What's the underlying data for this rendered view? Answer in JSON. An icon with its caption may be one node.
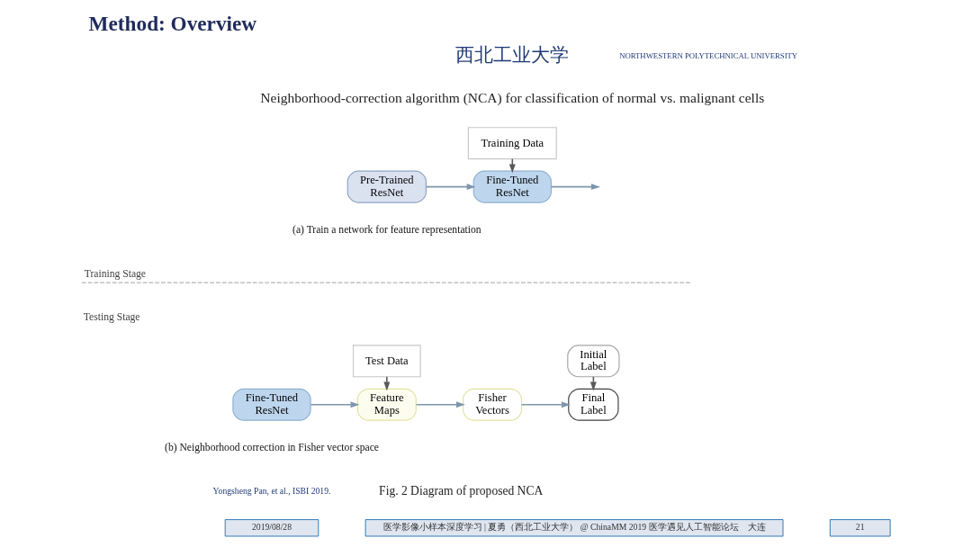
{
  "diagram": {
    "title": "Method: Overview",
    "caption": "Fig. 2 Diagram of proposed NCA",
    "nodes": [
      {
        "text": [
          "Training Data"
        ]
      },
      {
        "text": [
          "Pre-Trained ResNet"
        ]
      },
      {
        "text": [
          "Fine-Tuned ResNet"
        ]
      },
      {
        "text": [
          "Test Data"
        ]
      },
      {
        "text": [
          "Fine-Tuned ResNet"
        ]
      },
      {
        "text": [
          "Initial Label"
        ]
      },
      {
        "text": [
          "Feature Maps"
        ]
      },
      {
        "text": [
          "Fisher Vectors"
        ]
      },
      {
        "text": [
          "Final Label"
        ]
      }
    ],
    "edges": [
      {
        "from": 1,
        "to": 2,
        "arrow": "to"
      },
      {
        "from": 0,
        "to": 2,
        "arrow": "to",
        "color": "#595959"
      },
      {
        "from": 2,
        "to": null,
        "arrow": "to"
      },
      {
        "from": 4,
        "to": 6,
        "arrow": "to"
      },
      {
        "from": 3,
        "to": 6,
        "arrow": "to",
        "color": "#595959"
      },
      {
        "from": 6,
        "to": 7,
        "arrow": "to"
      },
      {
        "from": 7,
        "to": 8,
        "arrow": "to"
      },
      {
        "from": 5,
        "to": 8,
        "arrow": "to",
        "color": "#595959"
      }
    ],
    "labels": [
      "西北工业大学",
      "NORTHWESTERN POLYTECHNICAL UNIVERSITY",
      "Neighborhood-correction algorithm (NCA) for classification of normal vs. malignant cells",
      "(a) Train a network for feature representation",
      "Training Stage",
      "Testing Stage",
      "(b) Neighborhood correction in Fisher vector space",
      "Yongsheng Pan, et al., ISBI 2019.",
      "2019/08/28",
      "医学影像小样本深度学习 | 夏勇（西北工业大学） @ ChinaMM 2019 医学遇见人工智能论坛　大连",
      "21"
    ]
  }
}
